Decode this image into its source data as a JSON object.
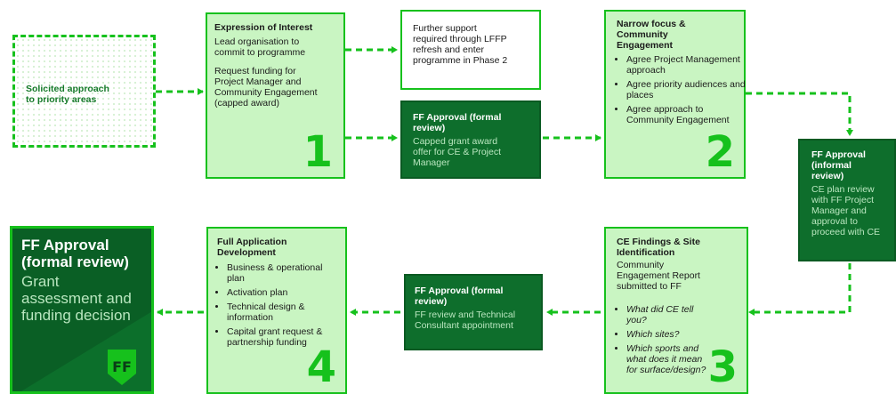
{
  "start": {
    "label": "Solicited approach to priority areas"
  },
  "step1": {
    "title": "Expression of Interest",
    "text1": "Lead organisation to commit to programme",
    "text2": "Request funding for Project Manager and Community Engagement (capped award)",
    "number": "1"
  },
  "further": {
    "text": "Further support required through LFFP refresh and enter programme in Phase 2"
  },
  "approval1": {
    "title": "FF Approval (formal review)",
    "text": "Capped grant award offer for CE & Project Manager"
  },
  "step2": {
    "title": "Narrow focus & Community Engagement",
    "items": [
      "Agree Project Management approach",
      "Agree priority audiences and places",
      "Agree approach to Community Engagement"
    ],
    "number": "2"
  },
  "approval2": {
    "title": "FF Approval (informal review)",
    "text": "CE plan review with FF Project Manager and approval to proceed with CE"
  },
  "step3": {
    "title": "CE Findings & Site Identification",
    "text": "Community Engagement Report submitted to FF",
    "items": [
      "What did CE tell you?",
      "Which sites?",
      "Which sports and what does it mean for surface/design?"
    ],
    "number": "3"
  },
  "approval3": {
    "title": "FF Approval (formal review)",
    "text": "FF review and Technical Consultant appointment"
  },
  "step4": {
    "title": "Full Application Development",
    "items": [
      "Business & operational plan",
      "Activation plan",
      "Technical design & information",
      "Capital grant request & partnership funding"
    ],
    "number": "4"
  },
  "final": {
    "title": "FF Approval (formal review)",
    "text": "Grant assessment and funding decision",
    "logo": "FF"
  },
  "colors": {
    "accent": "#16c11c",
    "light_fill": "#c9f5c2",
    "dark_fill": "#0e6e2c",
    "final_fill": "#0a5f25"
  }
}
